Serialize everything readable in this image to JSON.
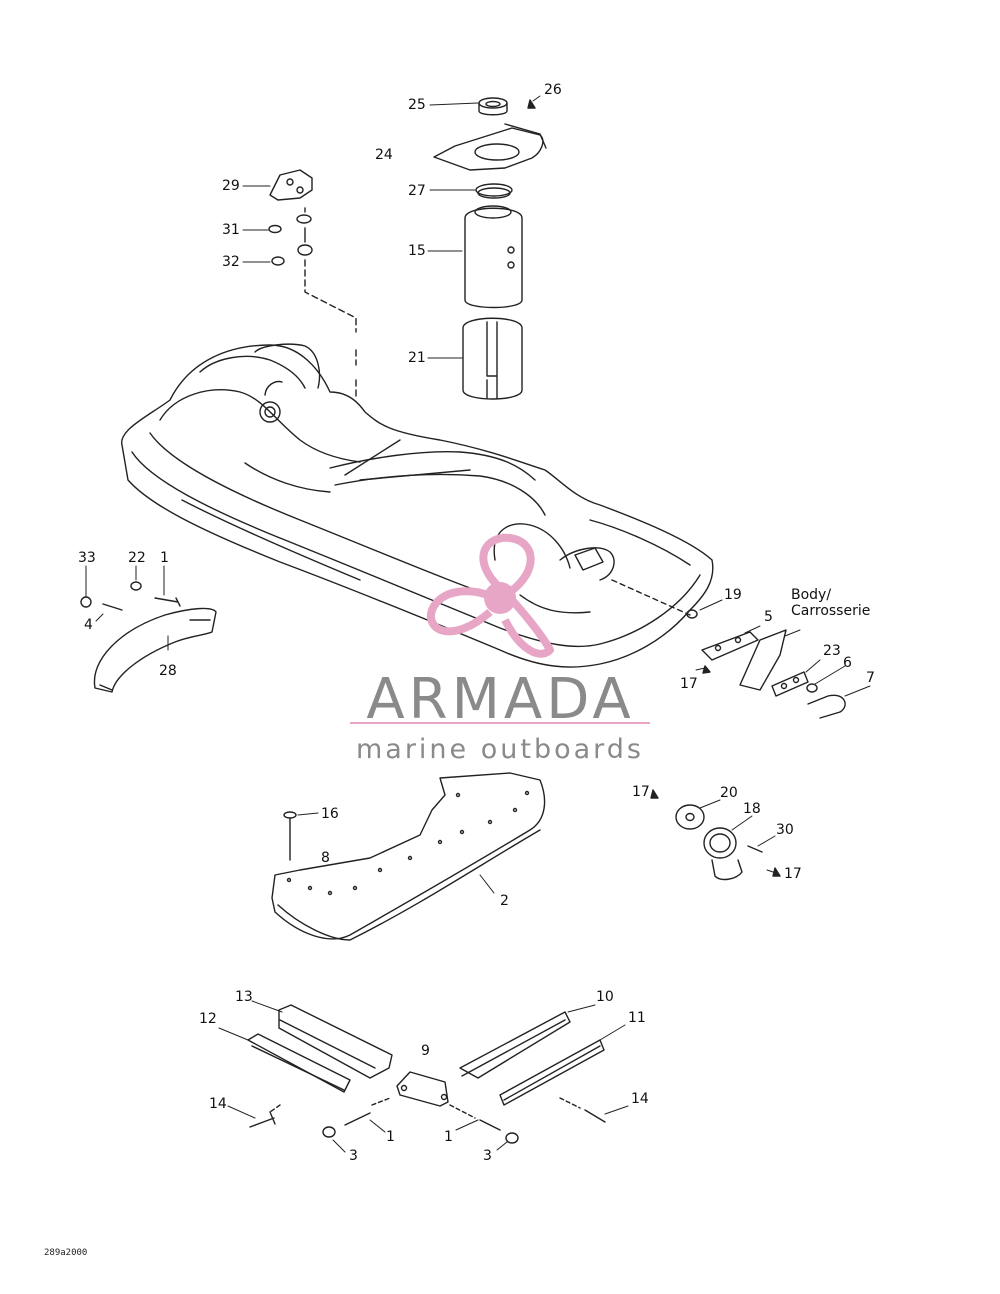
{
  "diagram": {
    "drawing_code": "289a2000",
    "body_label": [
      "Body/",
      "Carrosserie"
    ]
  },
  "brand": {
    "name": "ARMADA",
    "tagline": "marine outboards",
    "logo_color": "#e8a6c6",
    "rule_color": "#e8a6c6"
  },
  "part_labels": [
    "25",
    "26",
    "24",
    "29",
    "27",
    "31",
    "15",
    "32",
    "21",
    "33",
    "22",
    "1",
    "19",
    "5",
    "4",
    "28",
    "23",
    "6",
    "7",
    "17",
    "17",
    "20",
    "18",
    "30",
    "17",
    "16",
    "8",
    "2",
    "13",
    "10",
    "12",
    "11",
    "9",
    "14",
    "14",
    "1",
    "1",
    "3",
    "3"
  ]
}
